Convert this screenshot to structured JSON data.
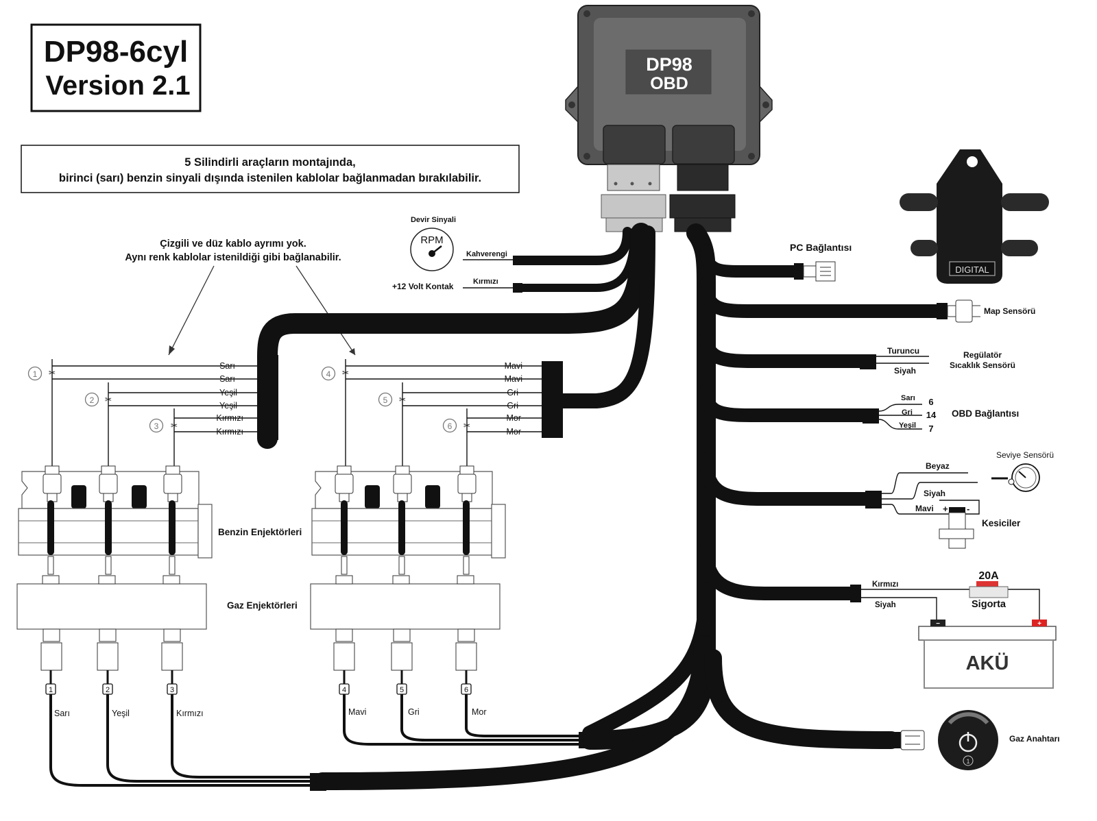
{
  "title": {
    "line1": "DP98-6cyl",
    "line2": "Version 2.1"
  },
  "note": {
    "line1": "5 Silindirli araçların montajında,",
    "line2": "birinci (sarı) benzin sinyali dışında istenilen kablolar bağlanmadan bırakılabilir."
  },
  "cable_note": {
    "line1": "Çizgili ve düz kablo ayrımı yok.",
    "line2": "Aynı renk kablolar istenildiği gibi bağlanabilir."
  },
  "ecu": {
    "line1": "DP98",
    "line2": "OBD"
  },
  "rpm": {
    "title": "Devir Sinyali",
    "dial": "RPM",
    "wire": "Kahverengi"
  },
  "ignition": {
    "label": "+12 Volt Kontak",
    "wire": "Kırmızı"
  },
  "left_bank_wires": [
    "Sarı",
    "Sarı",
    "Yeşil",
    "Yeşil",
    "Kırmızı",
    "Kırmızı"
  ],
  "right_bank_wires": [
    "Mavi",
    "Mavi",
    "Gri",
    "Gri",
    "Mor",
    "Mor"
  ],
  "cylinder_numbers": [
    "1",
    "2",
    "3",
    "4",
    "5",
    "6"
  ],
  "petrol_injectors_label": "Benzin Enjektörleri",
  "gas_injectors_label": "Gaz Enjektörleri",
  "gas_wire_colors": [
    "Sarı",
    "Yeşil",
    "Kırmızı",
    "Mavi",
    "Gri",
    "Mor"
  ],
  "pc": {
    "label": "PC Bağlantısı"
  },
  "map_sensor": {
    "label": "Map Sensörü",
    "badge": "DIGITAL"
  },
  "regulator": {
    "line1": "Regülatör",
    "line2": "Sıcaklık Sensörü",
    "wire1": "Turuncu",
    "wire2": "Siyah"
  },
  "obd": {
    "label": "OBD Bağlantısı",
    "wires": [
      "Sarı",
      "Gri",
      "Yeşil"
    ],
    "pins": [
      "6",
      "14",
      "7"
    ]
  },
  "level_sensor": {
    "label": "Seviye Sensörü",
    "wire1": "Beyaz",
    "wire2": "Siyah"
  },
  "cutoff": {
    "label": "Kesiciler",
    "wire": "Mavi",
    "plus": "+",
    "minus": "-"
  },
  "fuse": {
    "rating": "20A",
    "label": "Sigorta",
    "wire1": "Kırmızı",
    "wire2": "Siyah"
  },
  "battery": {
    "label": "AKÜ",
    "plus": "+",
    "minus": "−"
  },
  "switch": {
    "label": "Gaz Anahtarı",
    "number": "1"
  }
}
